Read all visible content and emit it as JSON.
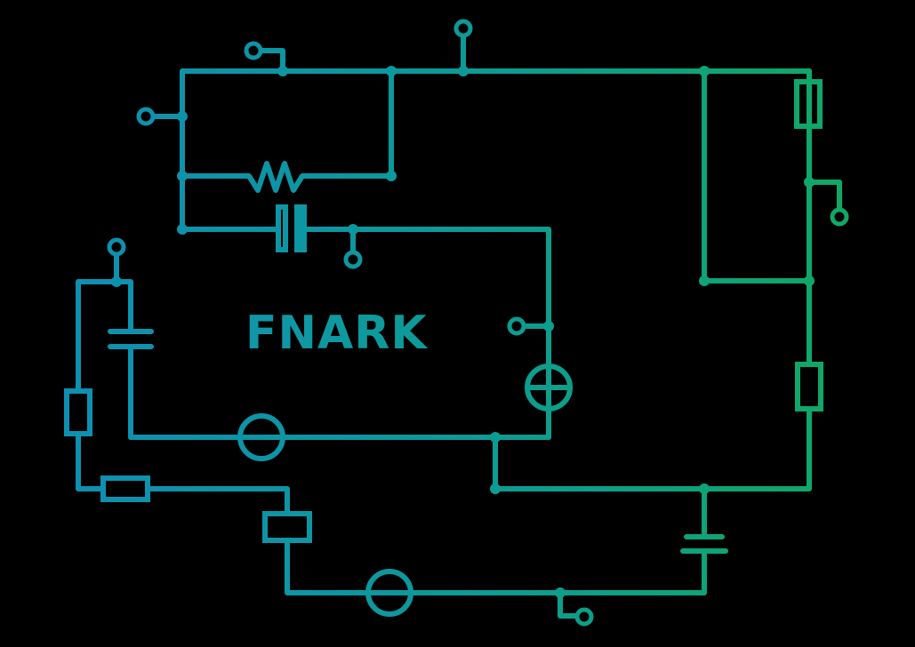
{
  "diagram": {
    "type": "circuit-schematic",
    "title": "FNARK",
    "colors": {
      "background": "#000000",
      "gradient_start": "#0E8FB2",
      "gradient_mid": "#0C9A9A",
      "gradient_end": "#10A865"
    },
    "components": [
      {
        "kind": "resistor-zigzag",
        "label": "variable resistor (top loop)"
      },
      {
        "kind": "capacitor-polarized",
        "label": "polarized capacitor (top loop)"
      },
      {
        "kind": "fuse",
        "label": "fuse (top right)"
      },
      {
        "kind": "resistor-box",
        "label": "resistor (right)"
      },
      {
        "kind": "battery",
        "label": "battery (bottom right)"
      },
      {
        "kind": "lamp",
        "label": "lamp (bottom)"
      },
      {
        "kind": "relay-coil",
        "label": "relay coil (bottom left)"
      },
      {
        "kind": "fuse",
        "label": "fuse (left bottom)"
      },
      {
        "kind": "resistor-box",
        "label": "resistor (left)"
      },
      {
        "kind": "capacitor",
        "label": "capacitor (left)"
      },
      {
        "kind": "lamp",
        "label": "lamp (middle)"
      },
      {
        "kind": "current-source",
        "label": "current source (middle right)"
      }
    ],
    "terminals": 8
  }
}
